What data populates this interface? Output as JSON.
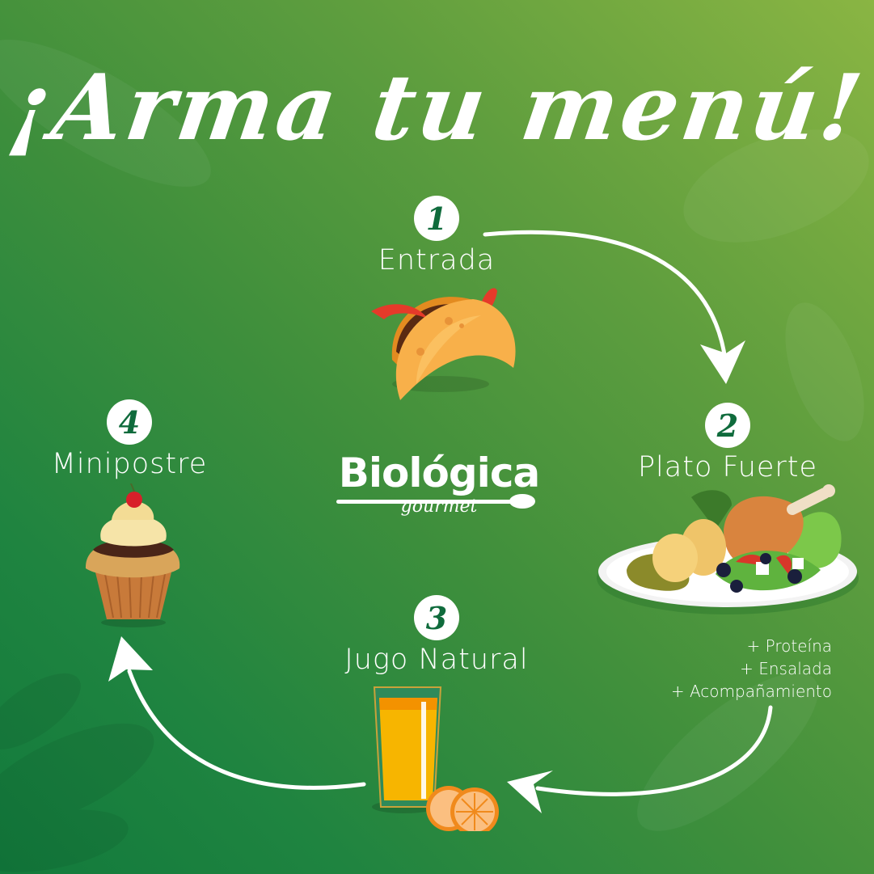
{
  "title": "¡Arma tu menú!",
  "brand": {
    "name": "Biológica",
    "subtitle": "gourmet"
  },
  "steps": [
    {
      "number": "1",
      "label": "Entrada",
      "image": "taco-illustration"
    },
    {
      "number": "2",
      "label": "Plato Fuerte",
      "image": "chicken-plate-illustration"
    },
    {
      "number": "3",
      "label": "Jugo Natural",
      "image": "orange-juice-illustration"
    },
    {
      "number": "4",
      "label": "Minipostre",
      "image": "cupcake-illustration"
    }
  ],
  "plato_fuerte_extras": [
    "+ Proteína",
    "+ Ensalada",
    "+ Acompañamiento"
  ],
  "colors": {
    "background_dark": "#127a3c",
    "background_light": "#8ab543",
    "badge_number": "#0f6b3c",
    "text": "#ffffff"
  }
}
